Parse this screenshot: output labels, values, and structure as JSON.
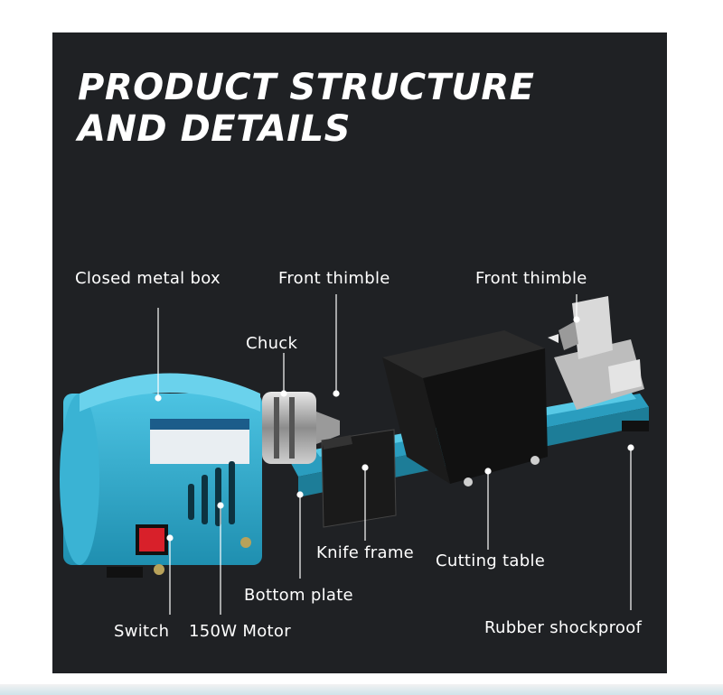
{
  "title": {
    "line1": "PRODUCT STRUCTURE",
    "line2": "AND DETAILS"
  },
  "labels": {
    "closed_metal_box": "Closed metal box",
    "front_thimble_1": "Front thimble",
    "front_thimble_2": "Front thimble",
    "chuck": "Chuck",
    "knife_frame": "Knife frame",
    "cutting_table": "Cutting table",
    "bottom_plate": "Bottom plate",
    "switch": "Switch",
    "motor": "150W Motor",
    "rubber_shockproof": "Rubber shockproof"
  },
  "colors": {
    "panel_bg": "#1f2124",
    "machine_blue": "#2fa7c9",
    "switch_red": "#d8202a"
  }
}
